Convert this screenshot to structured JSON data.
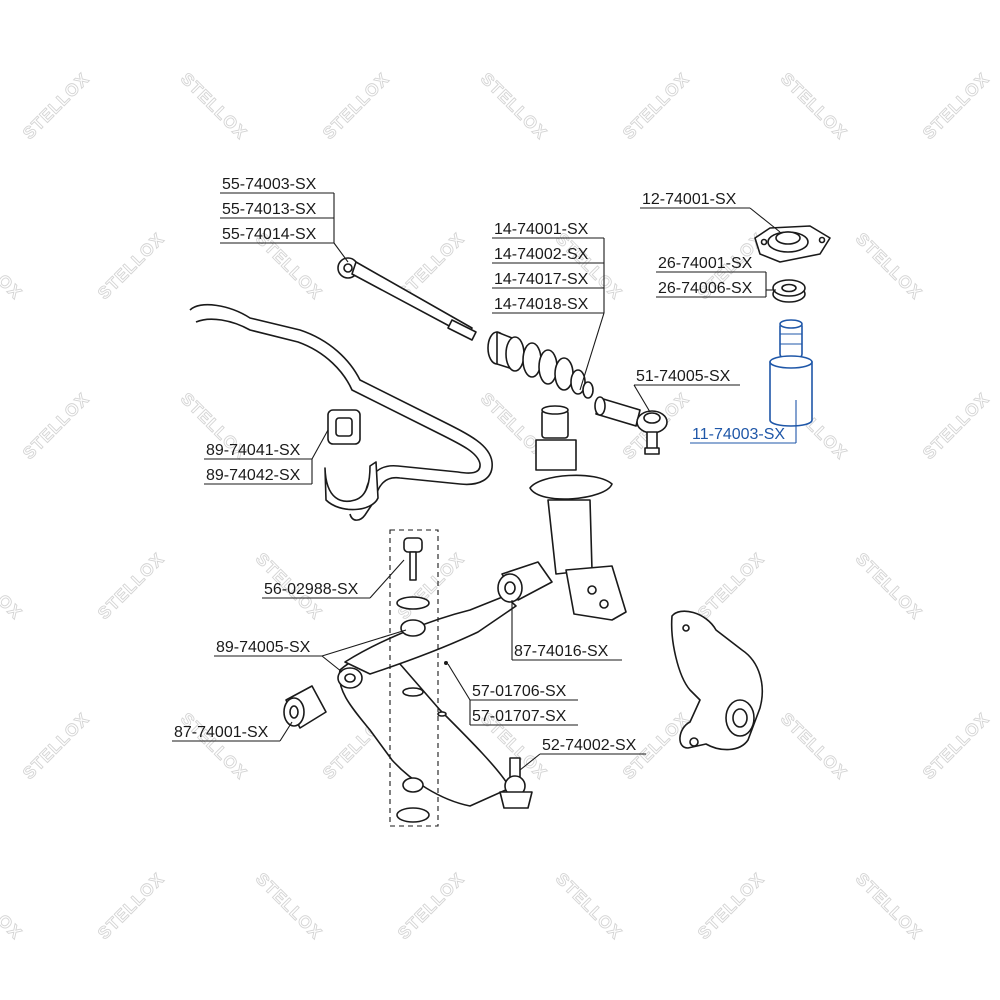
{
  "watermark": {
    "text": "STELLOX"
  },
  "labels": {
    "tie_rod_1": "55-74003-SX",
    "tie_rod_2": "55-74013-SX",
    "tie_rod_3": "55-74014-SX",
    "boot_1": "14-74001-SX",
    "boot_2": "14-74002-SX",
    "boot_3": "14-74017-SX",
    "boot_4": "14-74018-SX",
    "strut_mount": "12-74001-SX",
    "bearing_1": "26-74001-SX",
    "bearing_2": "26-74006-SX",
    "tie_rod_end": "51-74005-SX",
    "bump_stop": "11-74003-SX",
    "stab_bush_1": "89-74041-SX",
    "stab_bush_2": "89-74042-SX",
    "stab_link": "56-02988-SX",
    "arm_bush_rear": "87-74016-SX",
    "arm_bush_kit": "89-74005-SX",
    "control_arm_1": "57-01706-SX",
    "control_arm_2": "57-01707-SX",
    "arm_bush_front": "87-74001-SX",
    "ball_joint": "52-74002-SX"
  },
  "colors": {
    "line": "#1a1a1a",
    "highlight": "#1f57a8",
    "watermark": "#d4d4d4"
  }
}
